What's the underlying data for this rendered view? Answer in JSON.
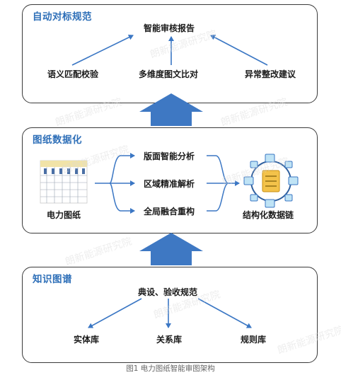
{
  "panels": {
    "top": {
      "title": "自动对标规范",
      "center": "智能审核报告",
      "left": "语义匹配校验",
      "middle": "多维度图文比对",
      "right": "异常整改建议"
    },
    "middle": {
      "title": "图纸数据化",
      "source_label": "电力图纸",
      "step1": "版面智能分析",
      "step2": "区域精准解析",
      "step3": "全局融合重构",
      "result": "结构化数据链"
    },
    "bottom": {
      "title": "知识图谱",
      "center": "典设、验收规范",
      "left": "实体库",
      "middle": "关系库",
      "right": "规则库"
    }
  },
  "watermark": "朗新能源研究院",
  "caption": "图1   电力图纸智能审图架构",
  "colors": {
    "accent": "#2e6fb8",
    "arrow": "#3b77c4"
  }
}
